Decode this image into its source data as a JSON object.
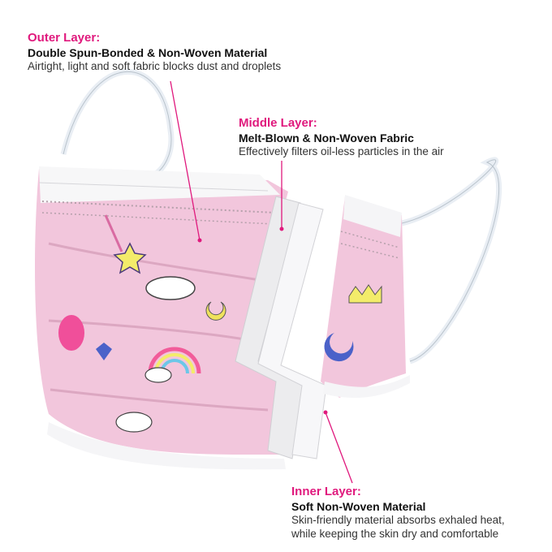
{
  "layers": {
    "outer": {
      "heading": "Outer Layer:",
      "subtitle": "Double Spun-Bonded & Non-Woven Material",
      "description": "Airtight, light and soft fabric blocks dust and droplets"
    },
    "middle": {
      "heading": "Middle Layer:",
      "subtitle": "Melt-Blown & Non-Woven Fabric",
      "description": "Effectively filters oil-less particles in the air"
    },
    "inner": {
      "heading": "Inner Layer:",
      "subtitle": "Soft Non-Woven Material",
      "description_line1": "Skin-friendly material absorbs exhaled heat,",
      "description_line2": "while keeping the skin dry and comfortable"
    }
  },
  "colors": {
    "accent": "#e0197d",
    "mask_fabric": "#f2c6dc",
    "filter_layer": "#f4f4f4",
    "ear_loop": "#eef3f8"
  }
}
